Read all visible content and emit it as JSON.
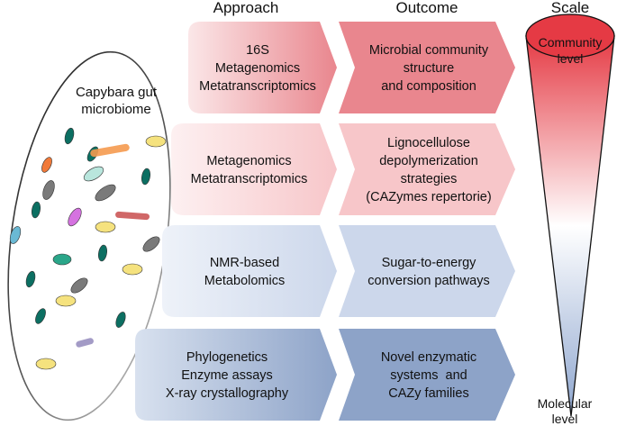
{
  "headers": {
    "approach": "Approach",
    "outcome": "Outcome",
    "scale": "Scale"
  },
  "gut": {
    "label_line1": "Capybara gut",
    "label_line2": "microbiome"
  },
  "rows": [
    {
      "approach": [
        "16S",
        "Metagenomics",
        "Metatranscriptomics"
      ],
      "outcome": [
        "Microbial community",
        "structure",
        "and composition"
      ],
      "colors": {
        "strong": "#e9868e",
        "light": "#fbe7e8"
      }
    },
    {
      "approach": [
        "Metagenomics",
        "Metatranscriptomics"
      ],
      "outcome": [
        "Lignocellulose",
        "depolymerization",
        "strategies",
        "(CAZymes repertorie)"
      ],
      "colors": {
        "strong": "#f7c6c9",
        "light": "#fdf0f1"
      }
    },
    {
      "approach": [
        "NMR-based",
        "Metabolomics"
      ],
      "outcome": [
        "Sugar-to-energy",
        "conversion pathways"
      ],
      "colors": {
        "strong": "#ccd7eb",
        "light": "#eef2f9"
      }
    },
    {
      "approach": [
        "Phylogenetics",
        "Enzyme assays",
        "X-ray crystallography"
      ],
      "outcome": [
        "Novel enzymatic",
        "systems  and",
        "CAZy families"
      ],
      "colors": {
        "strong": "#8da3c8",
        "light": "#d8e1ef"
      }
    }
  ],
  "scale": {
    "top_line1": "Community",
    "top_line2": "level",
    "bottom_line1": "Molecular",
    "bottom_line2": "level",
    "colors": {
      "top": "#e53a44",
      "mid": "#ffffff",
      "bottom": "#8ea6cf"
    }
  }
}
